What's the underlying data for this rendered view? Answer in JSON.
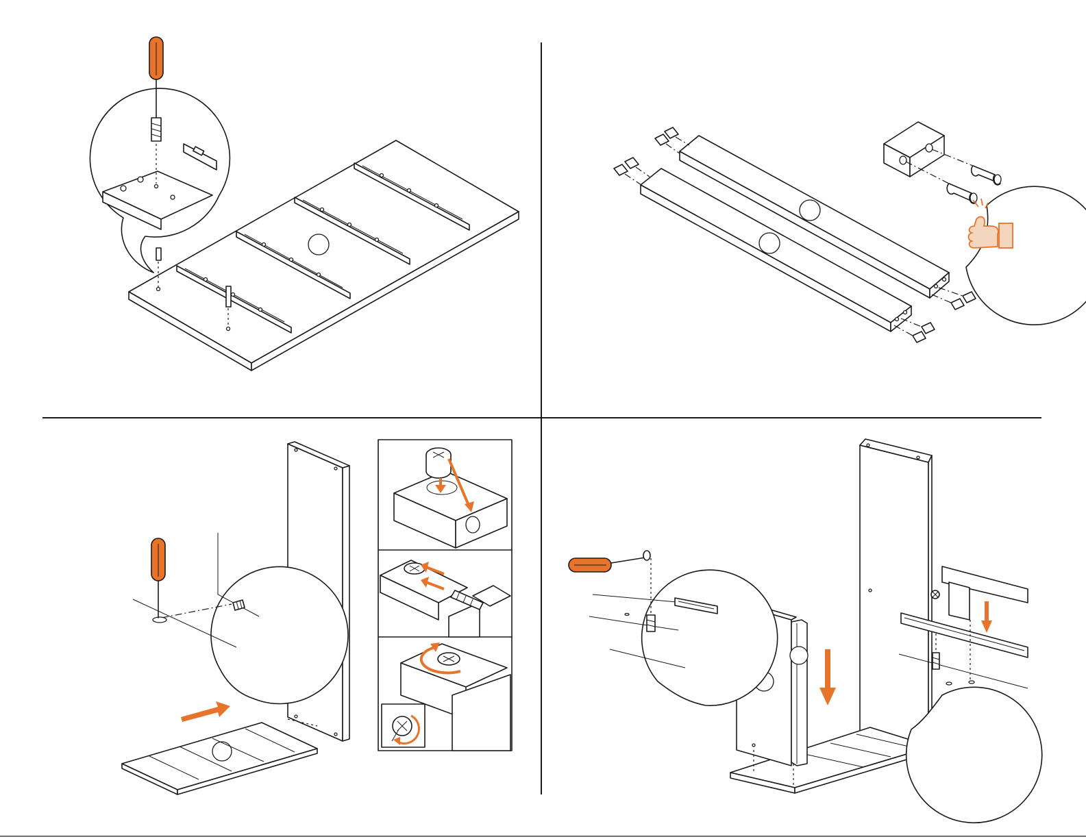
{
  "sheet": {
    "background": "#ffffff",
    "ink_color": "#1a1a1a",
    "accent_color": "#e8732a",
    "skin_color": "#f3d6bd"
  },
  "steps": [
    {
      "id": "step-attach-slide-rails",
      "tools": [
        "screwdriver-icon",
        "screw-icon",
        "drawer-slide-rail-icon"
      ]
    },
    {
      "id": "step-insert-wooden-dowels",
      "tools": [
        "wooden-dowel-icon",
        "thumbs-up-icon"
      ]
    },
    {
      "id": "step-cam-lock-side-panel",
      "tools": [
        "screwdriver-icon",
        "cam-bolt-icon",
        "cam-lock-icon"
      ]
    },
    {
      "id": "step-join-panels",
      "tools": [
        "screwdriver-icon",
        "screw-icon",
        "down-arrow-icon"
      ]
    }
  ]
}
